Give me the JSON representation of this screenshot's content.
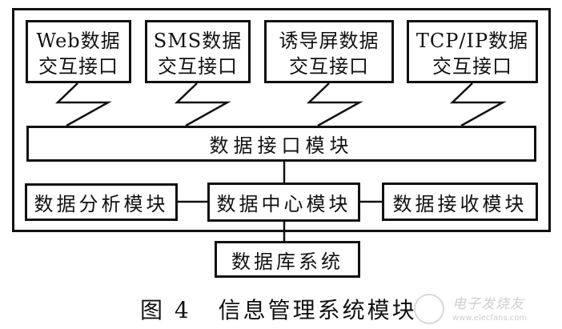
{
  "diagram": {
    "interfaces": [
      {
        "line1": "Web数据",
        "line2": "交互接口"
      },
      {
        "line1": "SMS数据",
        "line2": "交互接口"
      },
      {
        "line1": "诱导屏数据",
        "line2": "交互接口"
      },
      {
        "line1": "TCP/IP数据",
        "line2": "交互接口"
      }
    ],
    "data_interface_module": "数据接口模块",
    "data_analysis_module": "数据分析模块",
    "data_center_module": "数据中心模块",
    "data_receive_module": "数据接收模块",
    "database_system": "数据库系统"
  },
  "caption": {
    "figure_label": "图 4",
    "title": "信息管理系统模块"
  },
  "watermark": {
    "name": "电子发烧友",
    "url": "www.elecfans.com"
  }
}
